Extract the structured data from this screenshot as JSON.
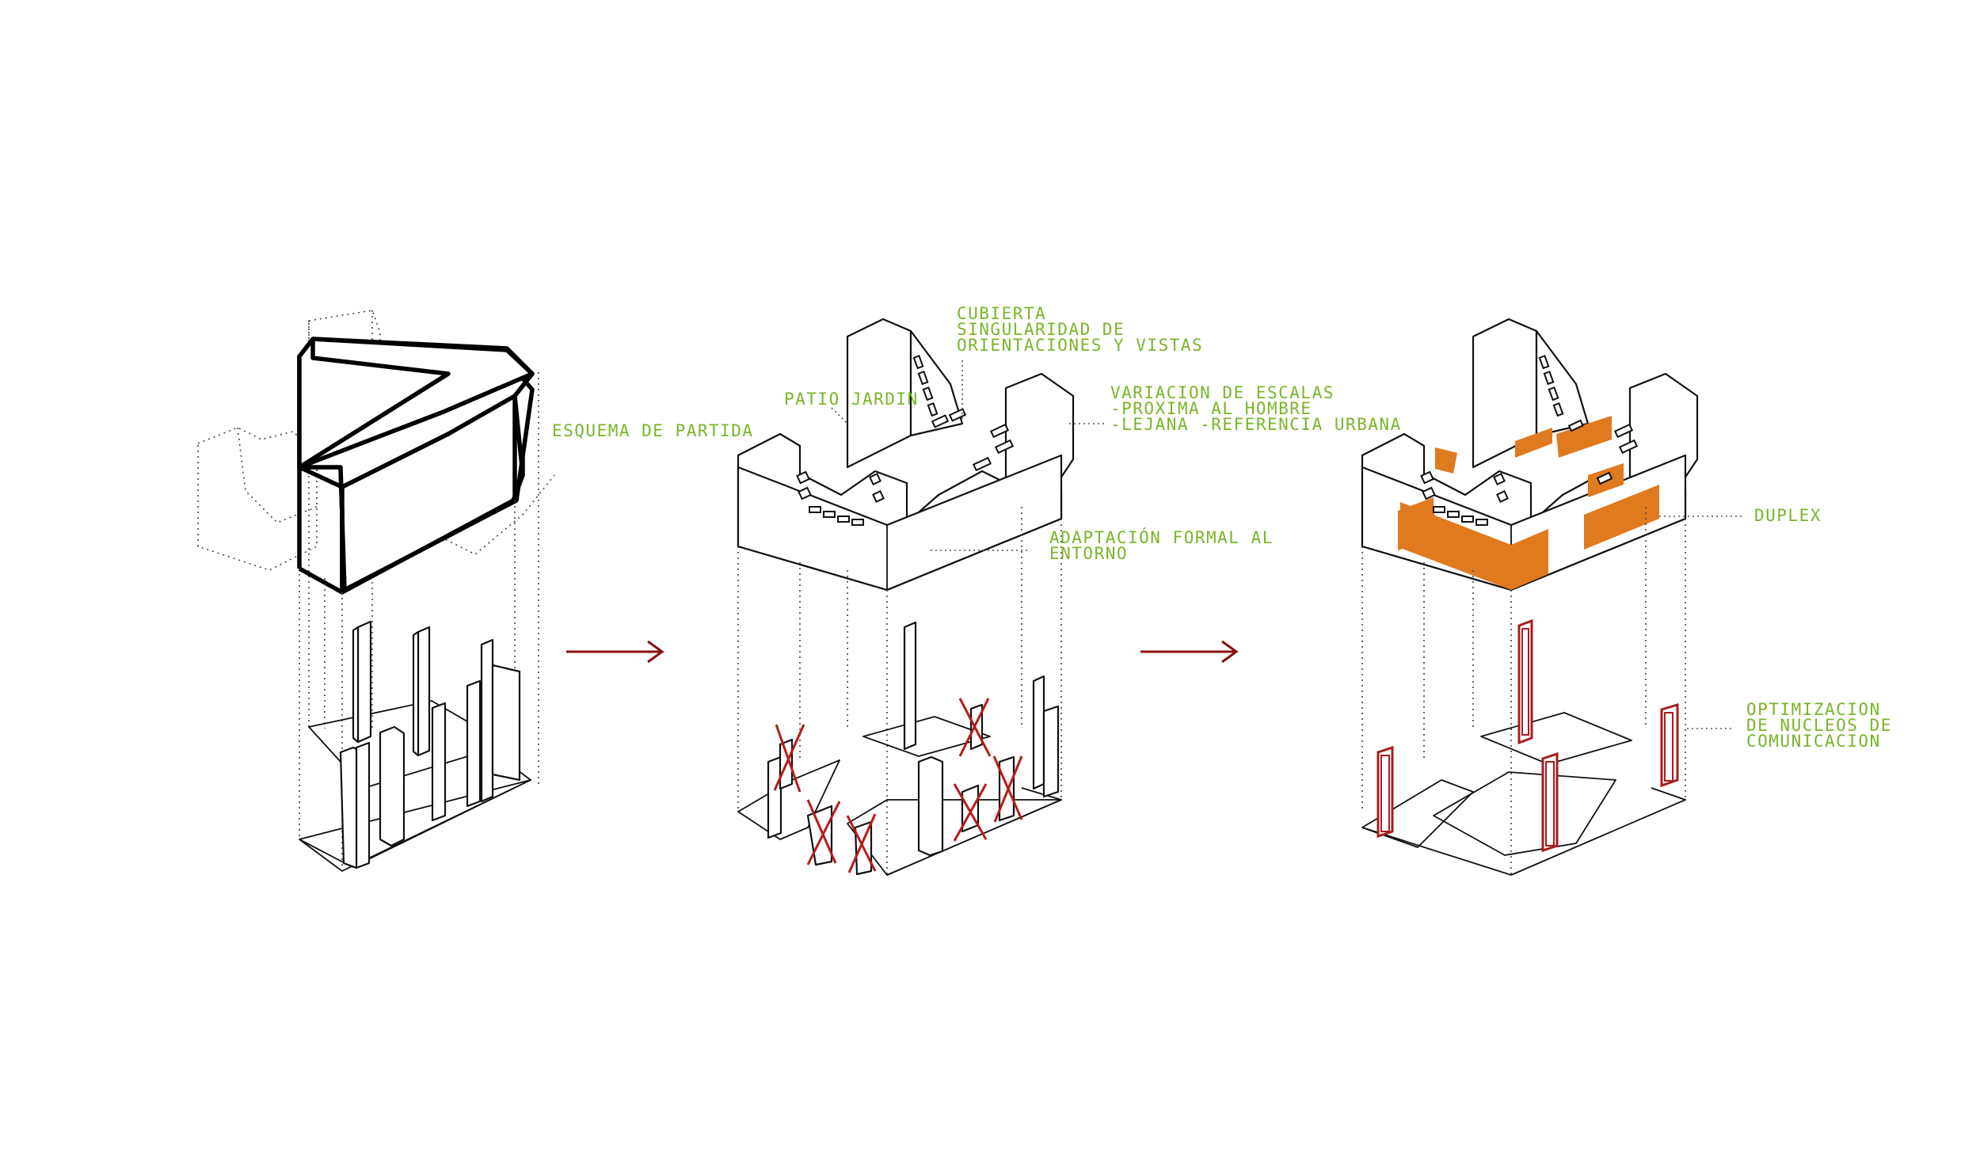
{
  "labels": {
    "esquema": "ESQUEMA DE PARTIDA",
    "cubierta": [
      "CUBIERTA",
      "SINGULARIDAD DE",
      "ORIENTACIONES Y VISTAS"
    ],
    "patio": "PATIO JARDIN",
    "variacion": [
      "VARIACION DE ESCALAS",
      "-PROXIMA AL HOMBRE",
      "-LEJANA -REFERENCIA URBANA"
    ],
    "adaptacion": [
      "ADAPTACIÓN FORMAL AL",
      "ENTORNO"
    ],
    "duplex": "DUPLEX",
    "optimizacion": [
      "OPTIMIZACION",
      "DE NUCLEOS DE",
      "COMUNICACION"
    ]
  },
  "colors": {
    "label": "#79b52a",
    "duplex_fill": "#e07a1f",
    "core_outline": "#a81c1c",
    "arrow": "#8b0f0f",
    "cross": "#b71c1c"
  }
}
